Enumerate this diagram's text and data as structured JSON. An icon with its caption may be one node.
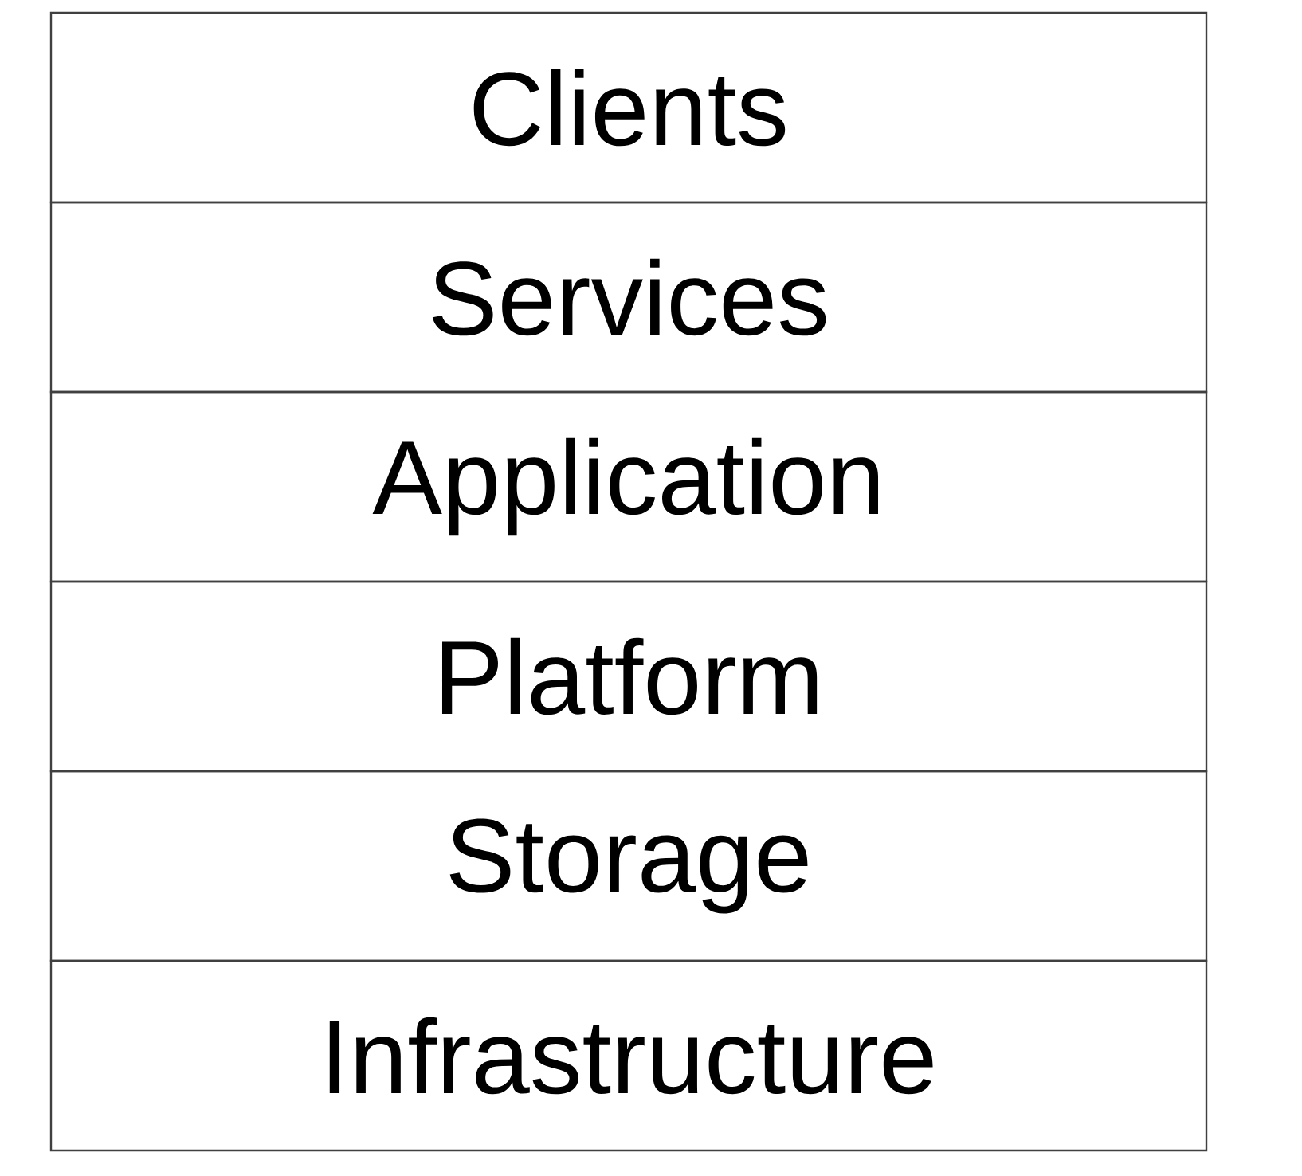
{
  "diagram": {
    "nodes": [
      {
        "text": [
          "Clients"
        ]
      },
      {
        "text": [
          "Services"
        ]
      },
      {
        "text": [
          "Application"
        ]
      },
      {
        "text": [
          "Platform"
        ]
      },
      {
        "text": [
          "Storage"
        ]
      },
      {
        "text": [
          "Infrastructure"
        ]
      }
    ]
  }
}
